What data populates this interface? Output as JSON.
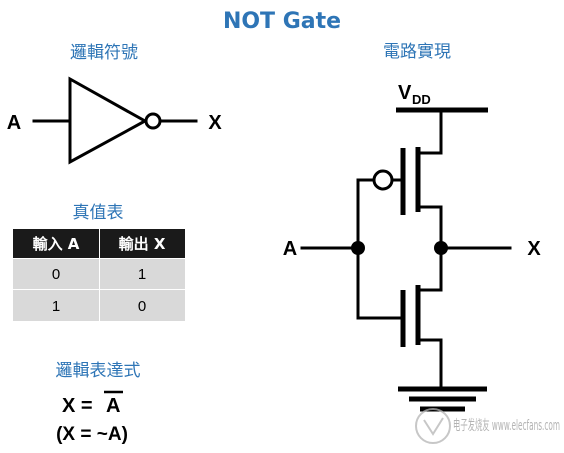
{
  "title": "NOT Gate",
  "symbol_section": {
    "heading": "邏輯符號",
    "input_label": "A",
    "output_label": "X"
  },
  "truth_table": {
    "heading": "真值表",
    "columns": [
      "輸入 A",
      "輸出 X"
    ],
    "rows": [
      [
        "0",
        "1"
      ],
      [
        "1",
        "0"
      ]
    ]
  },
  "expression_section": {
    "heading": "邏輯表達式",
    "expr_lhs": "X = ",
    "expr_rhs": "A",
    "alt_expr": "(X = ~A)"
  },
  "circuit_section": {
    "heading": "電路實現",
    "vdd_main": "V",
    "vdd_sub": "DD",
    "input_label": "A",
    "output_label": "X"
  },
  "watermark": "电子发烧友 www.elecfans.com",
  "colors": {
    "heading_blue": "#2e75b6",
    "table_header_bg": "#1a1a1a",
    "table_row_bg": "#d9d9d9"
  }
}
